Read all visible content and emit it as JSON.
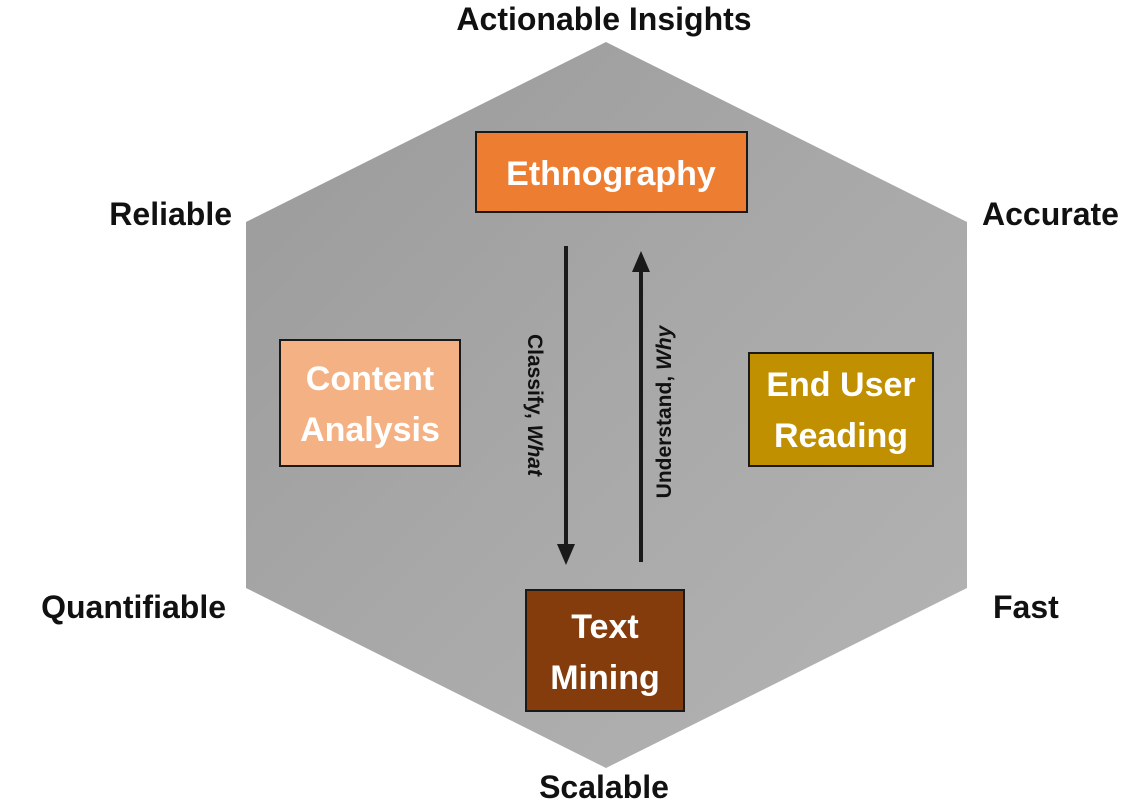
{
  "corners": {
    "top": "Actionable Insights",
    "upper_left": "Reliable",
    "upper_right": "Accurate",
    "lower_left": "Quantifiable",
    "lower_right": "Fast",
    "bottom": "Scalable"
  },
  "boxes": {
    "ethnography": {
      "label": "Ethnography",
      "color": "#ED7D31"
    },
    "content_analysis": {
      "line1": "Content",
      "line2": "Analysis",
      "color": "#F4B183"
    },
    "end_user_reading": {
      "line1": "End User",
      "line2": "Reading",
      "color": "#C09000"
    },
    "text_mining": {
      "line1": "Text",
      "line2": "Mining",
      "color": "#843C0C"
    }
  },
  "arrows": {
    "down": {
      "prefix": "Classify, ",
      "emphasis": "What"
    },
    "up": {
      "prefix": "Understand, ",
      "emphasis": "Why"
    }
  },
  "colors": {
    "hexagon_fill": "#A6A6A6",
    "arrow": "#1A1A1A",
    "box_border": "#1A1A1A"
  }
}
